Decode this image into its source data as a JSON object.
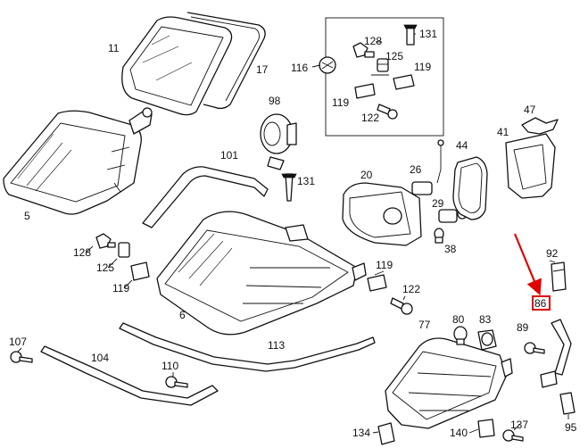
{
  "diagram": {
    "labels": {
      "p11": "11",
      "p17": "17",
      "p116": "116",
      "p128a": "128",
      "p131a": "131",
      "p125a": "125",
      "p119a": "119",
      "p119b": "119",
      "p122a": "122",
      "p98": "98",
      "p5": "5",
      "p101": "101",
      "p131b": "131",
      "p20": "20",
      "p26": "26",
      "p44": "44",
      "p47": "47",
      "p41": "41",
      "p29": "29",
      "p38": "38",
      "p128b": "128",
      "p125b": "125",
      "p119c": "119",
      "p6": "6",
      "p119d": "119",
      "p122b": "122",
      "p92": "92",
      "p86": "86",
      "p107": "107",
      "p104": "104",
      "p113": "113",
      "p77": "77",
      "p80": "80",
      "p83": "83",
      "p89": "89",
      "p110": "110",
      "p134": "134",
      "p140": "140",
      "p137": "137",
      "p95": "95"
    },
    "highlight": {
      "color": "#e00000",
      "part": "86"
    }
  }
}
